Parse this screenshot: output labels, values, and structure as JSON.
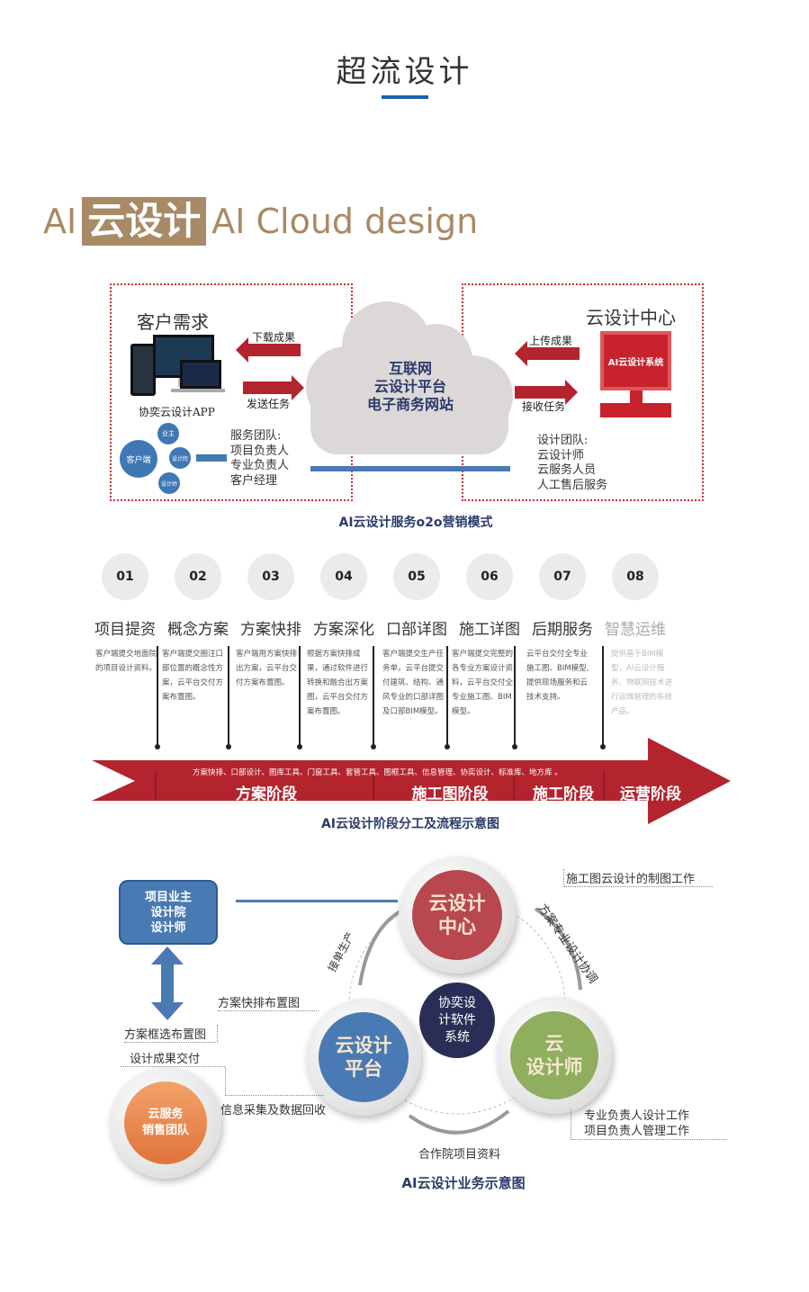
{
  "header": {
    "title": "超流设计"
  },
  "brand": {
    "prefix": "AI",
    "highlight": "云设计",
    "suffix": "AI Cloud design"
  },
  "o2o": {
    "customer_title": "客户需求",
    "app_label": "协奕云设计APP",
    "download": "下载成果",
    "send_task": "发送任务",
    "client": "客户端",
    "nodes": [
      "业主",
      "设计院",
      "设计师"
    ],
    "service_team": [
      "服务团队:",
      "项目负责人",
      "专业负责人",
      "客户经理"
    ],
    "cloud_text": [
      "互联网",
      "云设计平台",
      "电子商务网站"
    ],
    "center_title": "云设计中心",
    "upload": "上传成果",
    "receive": "接收任务",
    "system_label": "AI云设计系统",
    "design_team": [
      "设计团队:",
      "云设计师",
      "云服务人员",
      "人工售后服务"
    ],
    "caption": "AI云设计服务o2o营销模式"
  },
  "steps": [
    {
      "num": "01",
      "title": "项目提资",
      "desc": "客户端提交地面院的项目设计资料。"
    },
    {
      "num": "02",
      "title": "概念方案",
      "desc": "客户端提交圈注口部位置的概念性方案，云平台交付方案布置图。"
    },
    {
      "num": "03",
      "title": "方案快排",
      "desc": "客户端用方案快排出方案，云平台交付方案布置图。"
    },
    {
      "num": "04",
      "title": "方案深化",
      "desc": "根据方案快排成果，通过软件进行转换和融合出方案图，云平台交付方案布置图。"
    },
    {
      "num": "05",
      "title": "口部详图",
      "desc": "客户端提交生产任务单，云平台提交付建筑、结构、通风专业的口部详图及口部BIM模型。"
    },
    {
      "num": "06",
      "title": "施工详图",
      "desc": "客户端提交完整的各专业方案设计资料，云平台交付全专业施工图、BIM模型。"
    },
    {
      "num": "07",
      "title": "后期服务",
      "desc": "云平台交付全专业施工图、BIM模型,提供现场服务和云技术支持。"
    },
    {
      "num": "08",
      "title": "智慧运维",
      "desc": "提供基于BIM模型，AI云设计服务、物联网技术进行运维管理的系统产品。"
    }
  ],
  "phase": {
    "tools": "方案快排、口部设计、图库工具、门窗工具、套管工具、图框工具、信息管理、协奕设计、标准库、地方库 。",
    "stages": [
      "方案阶段",
      "施工图阶段",
      "施工阶段",
      "运营阶段"
    ],
    "caption": "AI云设计阶段分工及流程示意图"
  },
  "business": {
    "owner_box": [
      "项目业主",
      "设计院",
      "设计师"
    ],
    "center": [
      "云设计",
      "中心"
    ],
    "platform": [
      "云设计",
      "平台"
    ],
    "designer": [
      "云",
      "设计师"
    ],
    "software": [
      "协奕设",
      "计软件",
      "系统"
    ],
    "sales": [
      "云服务",
      "销售团队"
    ],
    "labels": {
      "drawing": "施工图云设计的制图工作",
      "coord": "方案专业设计协调",
      "order": "接单生产",
      "quick": "方案快排布置图",
      "select": "方案框选布置图",
      "deliver": "设计成果交付",
      "collect": "信息采集及数据回收",
      "coop": "合作院项目资料",
      "resp1": "专业负责人设计工作",
      "resp2": "项目负责人管理工作"
    },
    "caption": "AI云设计业务示意图"
  },
  "colors": {
    "red": "#b3242e",
    "blue": "#4a7ab3",
    "brand": "#a88a66",
    "navy": "#2a2d55",
    "green": "#8fae5e",
    "orange": "#ea8646",
    "crimson": "#b9474f"
  }
}
